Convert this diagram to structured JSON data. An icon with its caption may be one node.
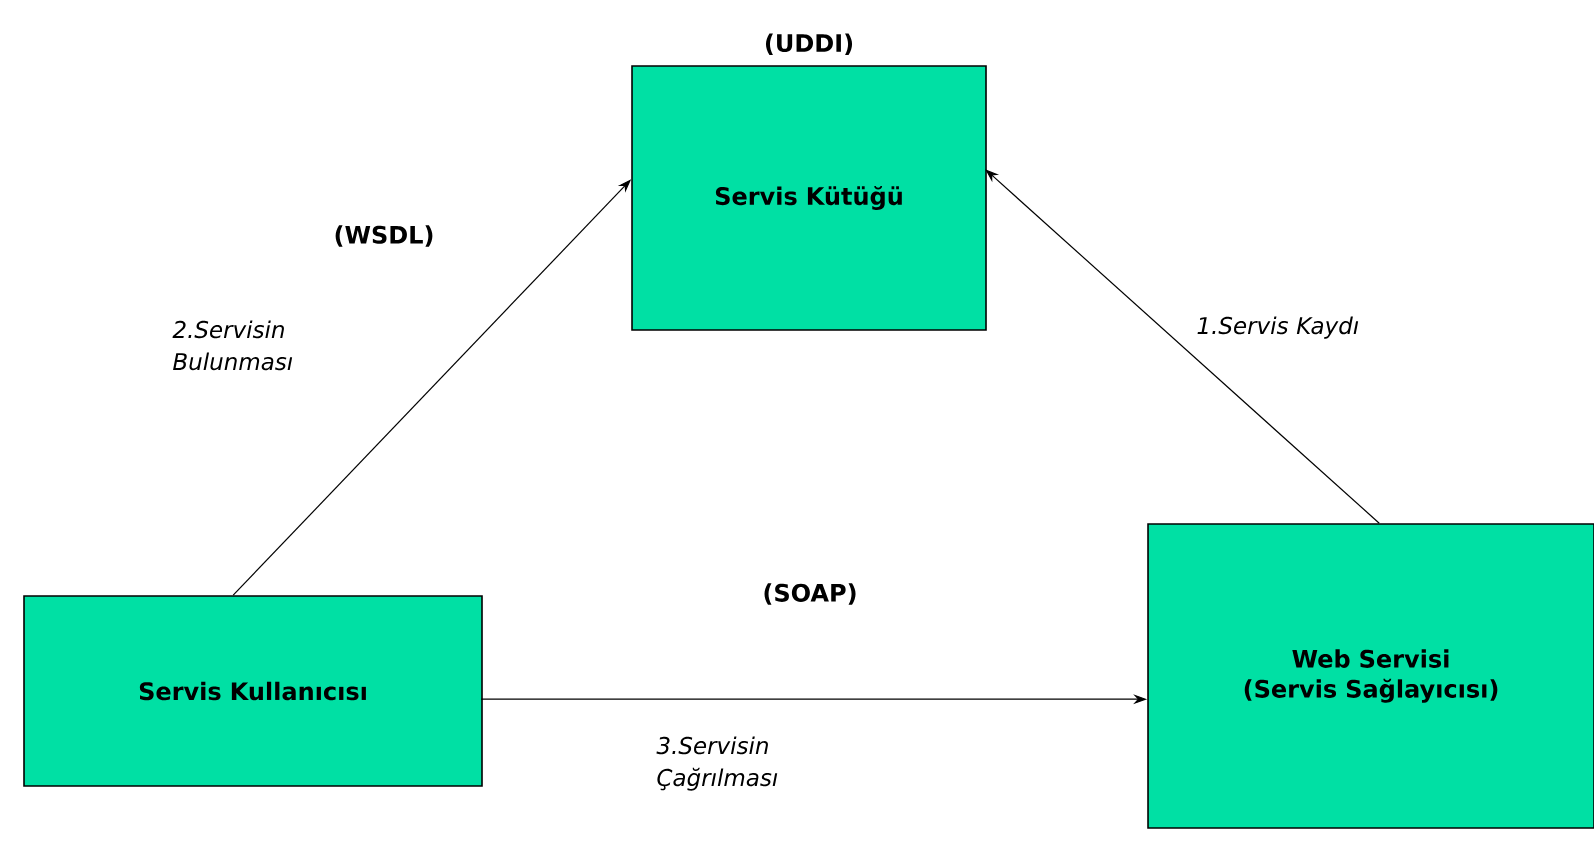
{
  "diagram": {
    "nodes": [
      {
        "text": [
          "(UDDI)",
          "Servis Kütüğü"
        ]
      },
      {
        "text": [
          "Servis Kullanıcısı"
        ]
      },
      {
        "text": [
          "Web Servisi (Servis Sağlayıcısı)"
        ]
      }
    ],
    "edges": [
      {
        "from": 2,
        "to": 0,
        "arrow": "to",
        "label": "1.Servis Kaydı"
      },
      {
        "from": 1,
        "to": 0,
        "arrow": "to",
        "label": "2.Servisin Bulunması"
      },
      {
        "from": 1,
        "to": 2,
        "arrow": "to",
        "label": "3.Servisin Çağrılması"
      }
    ],
    "labels": [
      "(WSDL)",
      "(SOAP)"
    ]
  }
}
